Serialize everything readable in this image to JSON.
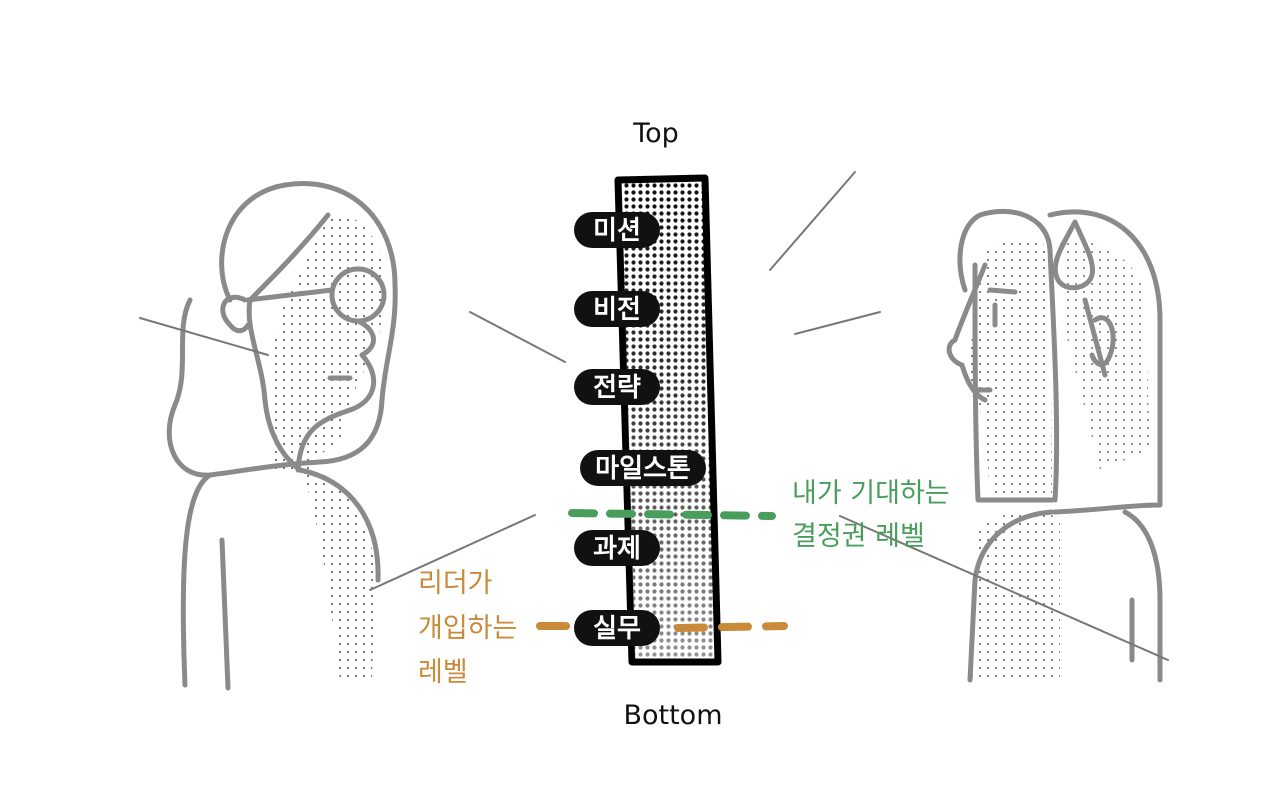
{
  "scale": {
    "top_label": "Top",
    "bottom_label": "Bottom",
    "levels": [
      "미션",
      "비전",
      "전략",
      "마일스톤",
      "과제",
      "실무"
    ]
  },
  "expected_level": {
    "line1": "내가 기대하는",
    "line2": "결정권 레벨",
    "color": "#4a9e5c"
  },
  "leader_level": {
    "line1": "리더가",
    "line2": "개입하는",
    "line3": "레벨",
    "color": "#c98a3a"
  },
  "colors": {
    "ink": "#111111",
    "person_stroke": "#8a8a8a"
  }
}
